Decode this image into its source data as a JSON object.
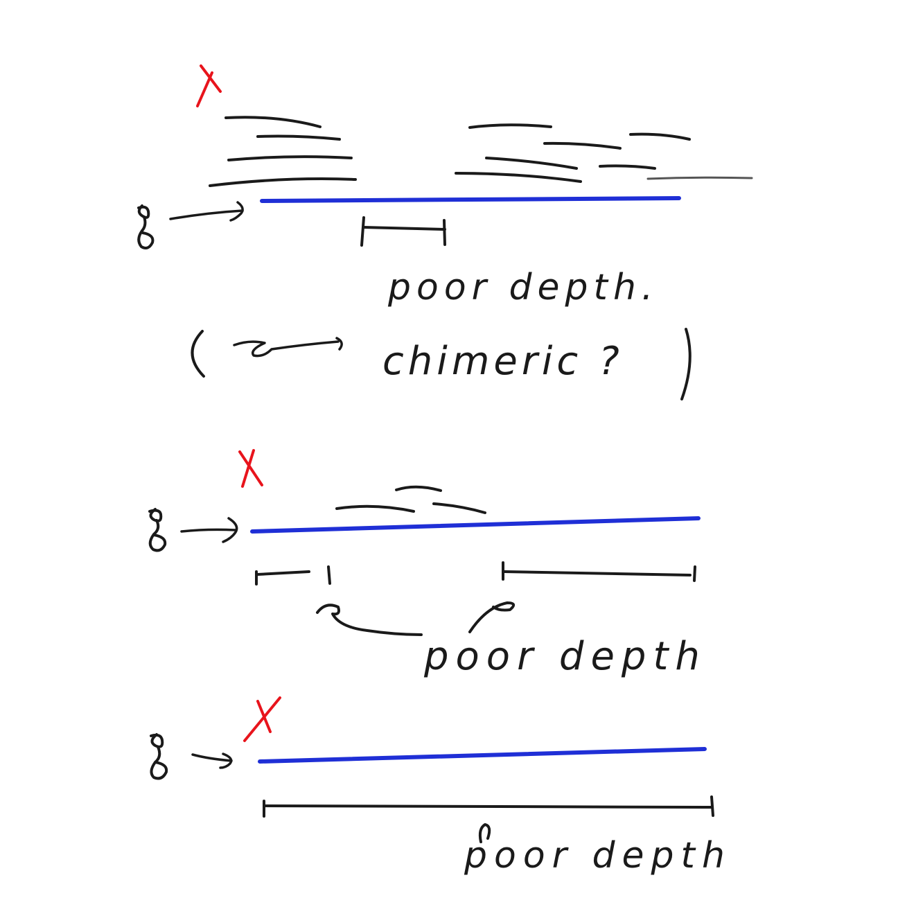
{
  "panels": [
    {
      "id": "panel-1",
      "marker_symbol": "g",
      "poor_depth_label": "poor depth.",
      "note_label": "chimeric ?",
      "colors": {
        "contig": "#1f2fd6",
        "cut": "#e8141c",
        "ink": "#1a1a1a"
      }
    },
    {
      "id": "panel-2",
      "marker_symbol": "g",
      "poor_depth_label": "poor depth"
    },
    {
      "id": "panel-3",
      "marker_symbol": "g",
      "poor_depth_label": "poor depth"
    }
  ]
}
